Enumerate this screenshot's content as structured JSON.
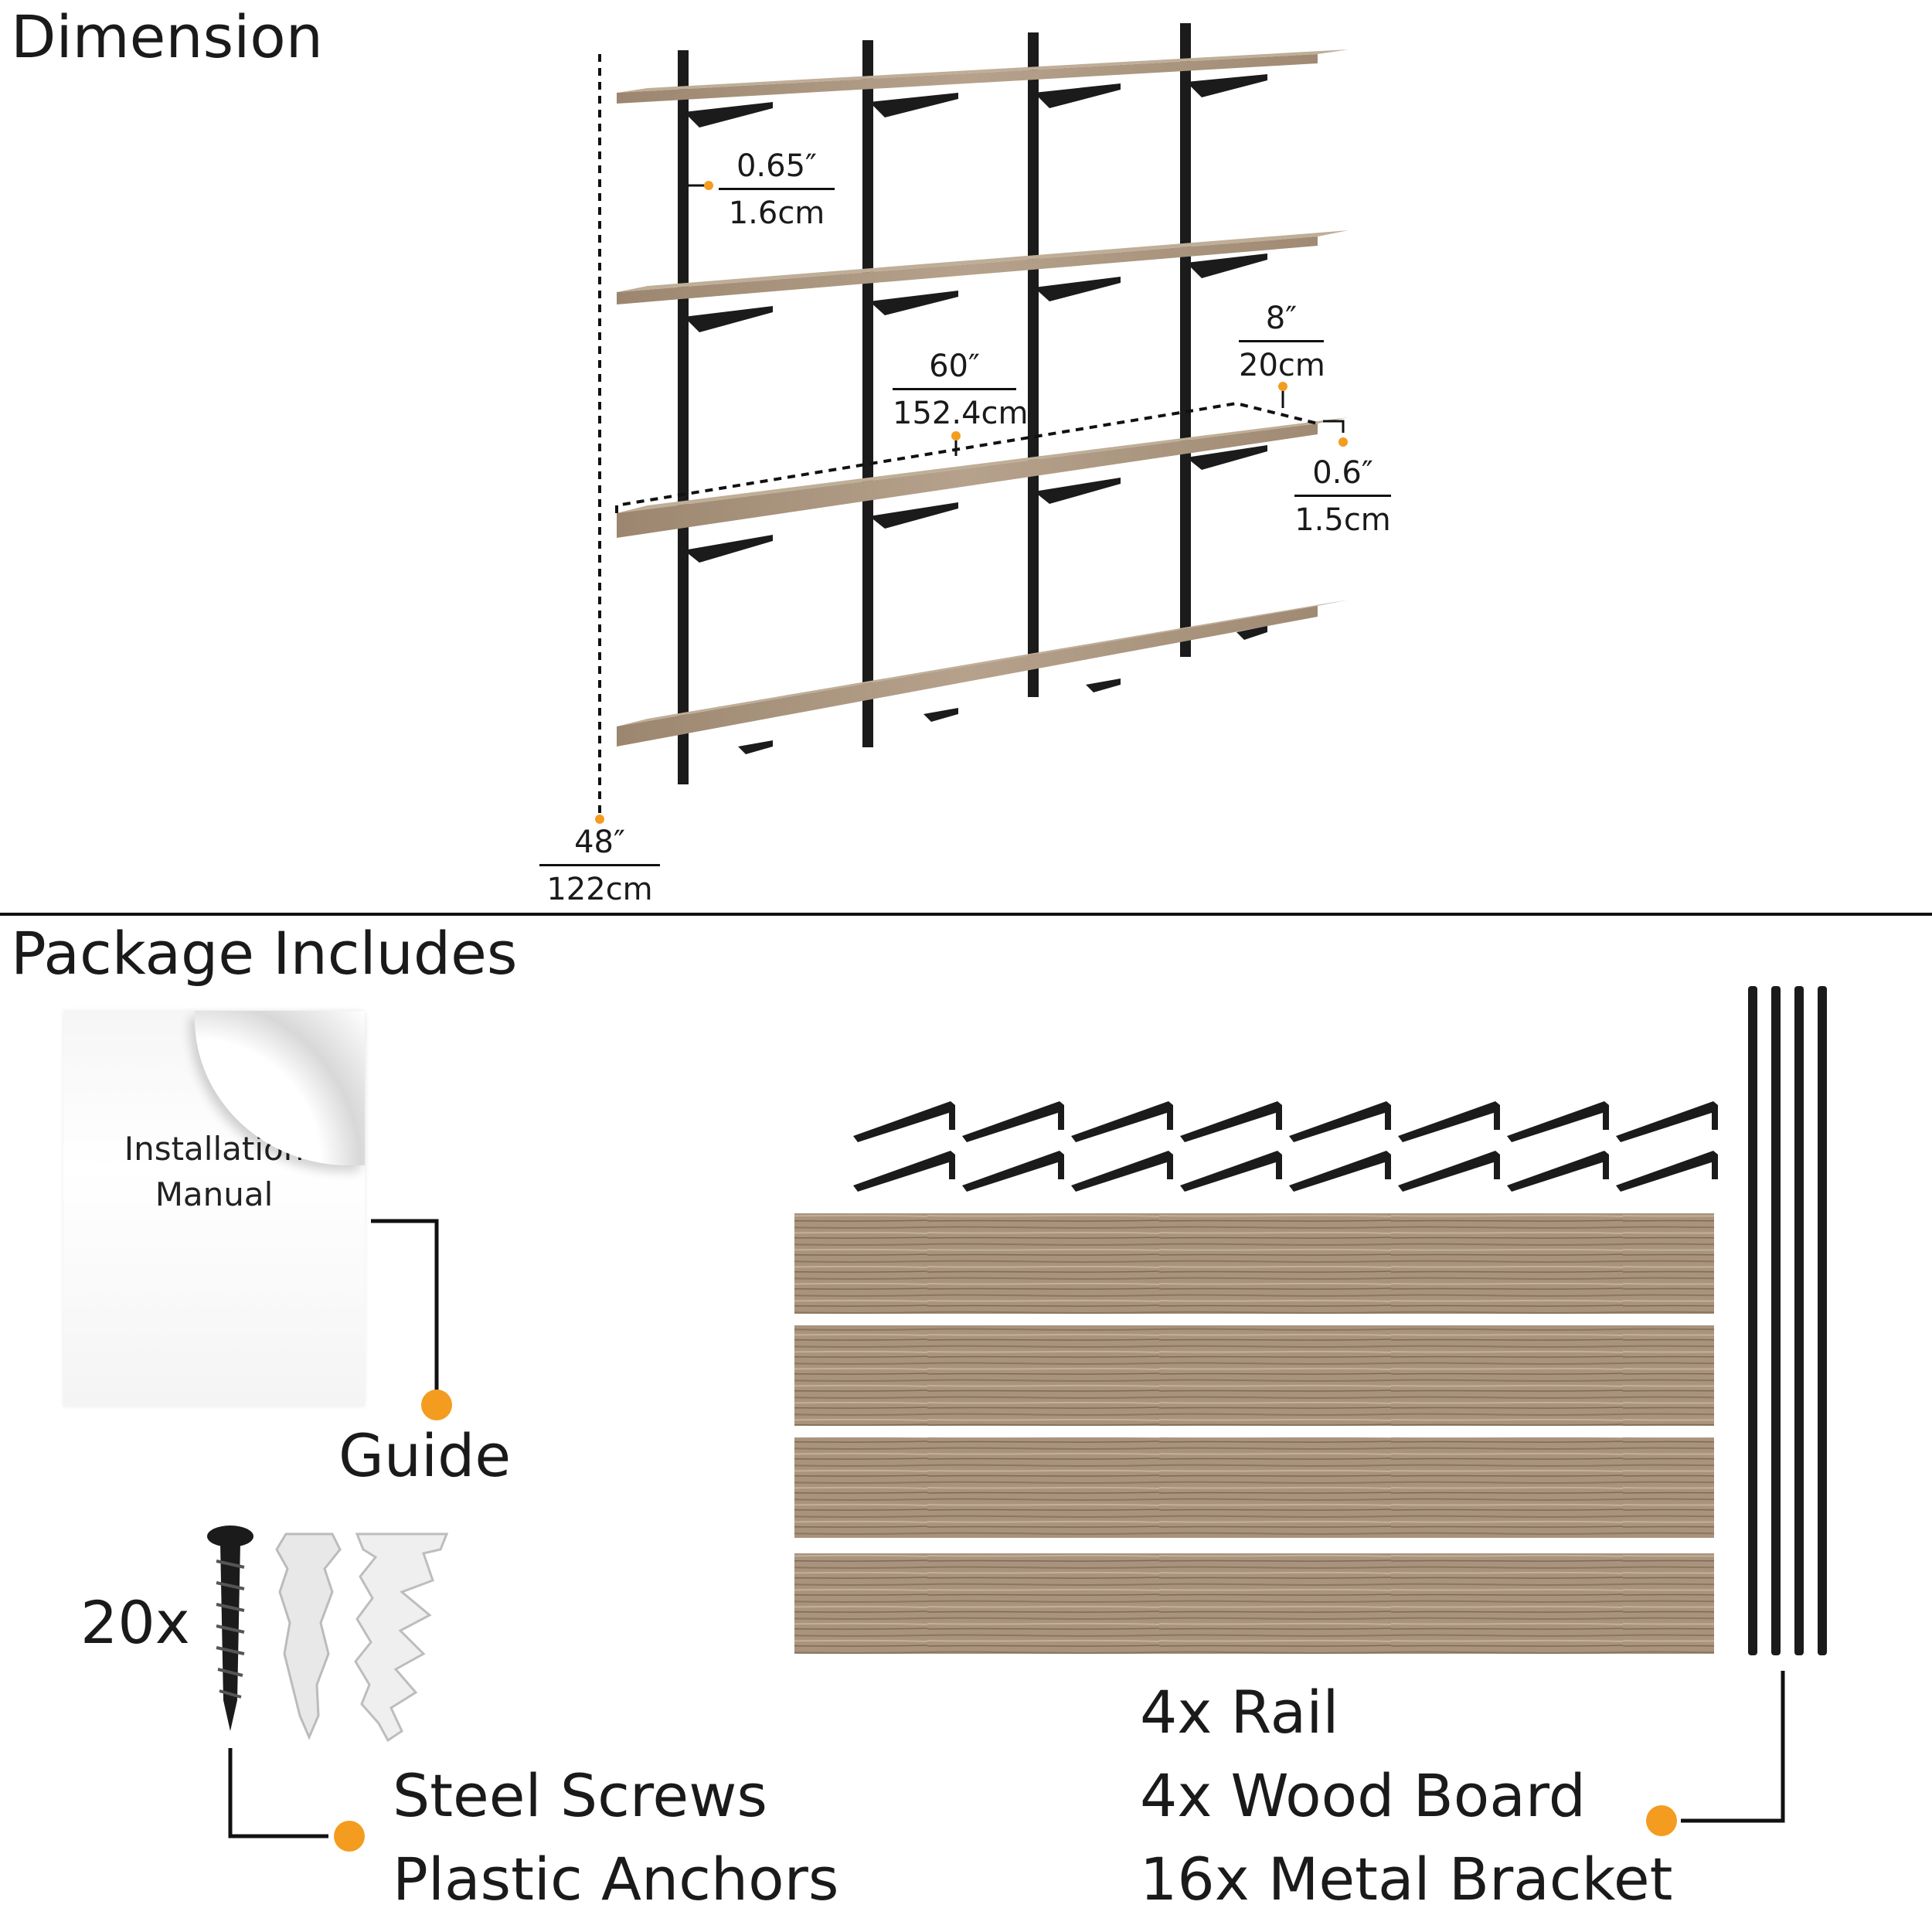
{
  "sections": {
    "dimension_title": "Dimension",
    "package_title": "Package Includes"
  },
  "dimensions": {
    "rail_thickness": {
      "imperial": "0.65″",
      "metric": "1.6cm"
    },
    "shelf_length": {
      "imperial": "60″",
      "metric": "152.4cm"
    },
    "shelf_depth": {
      "imperial": "8″",
      "metric": "20cm"
    },
    "board_thickness": {
      "imperial": "0.6″",
      "metric": "1.5cm"
    },
    "total_height": {
      "imperial": "48″",
      "metric": "122cm"
    }
  },
  "package": {
    "manual": {
      "line1": "Installation",
      "line2": "Manual",
      "caption": "Guide"
    },
    "screws": {
      "count": "20x",
      "line1": "Steel Screws",
      "line2": "Plastic Anchors"
    },
    "parts": {
      "line1": "4x Rail",
      "line2": "4x Wood Board",
      "line3": "16x Metal Bracket"
    }
  },
  "colors": {
    "accent": "#f39c1f",
    "wood": "#a7917a",
    "metal": "#1b1b1b"
  }
}
